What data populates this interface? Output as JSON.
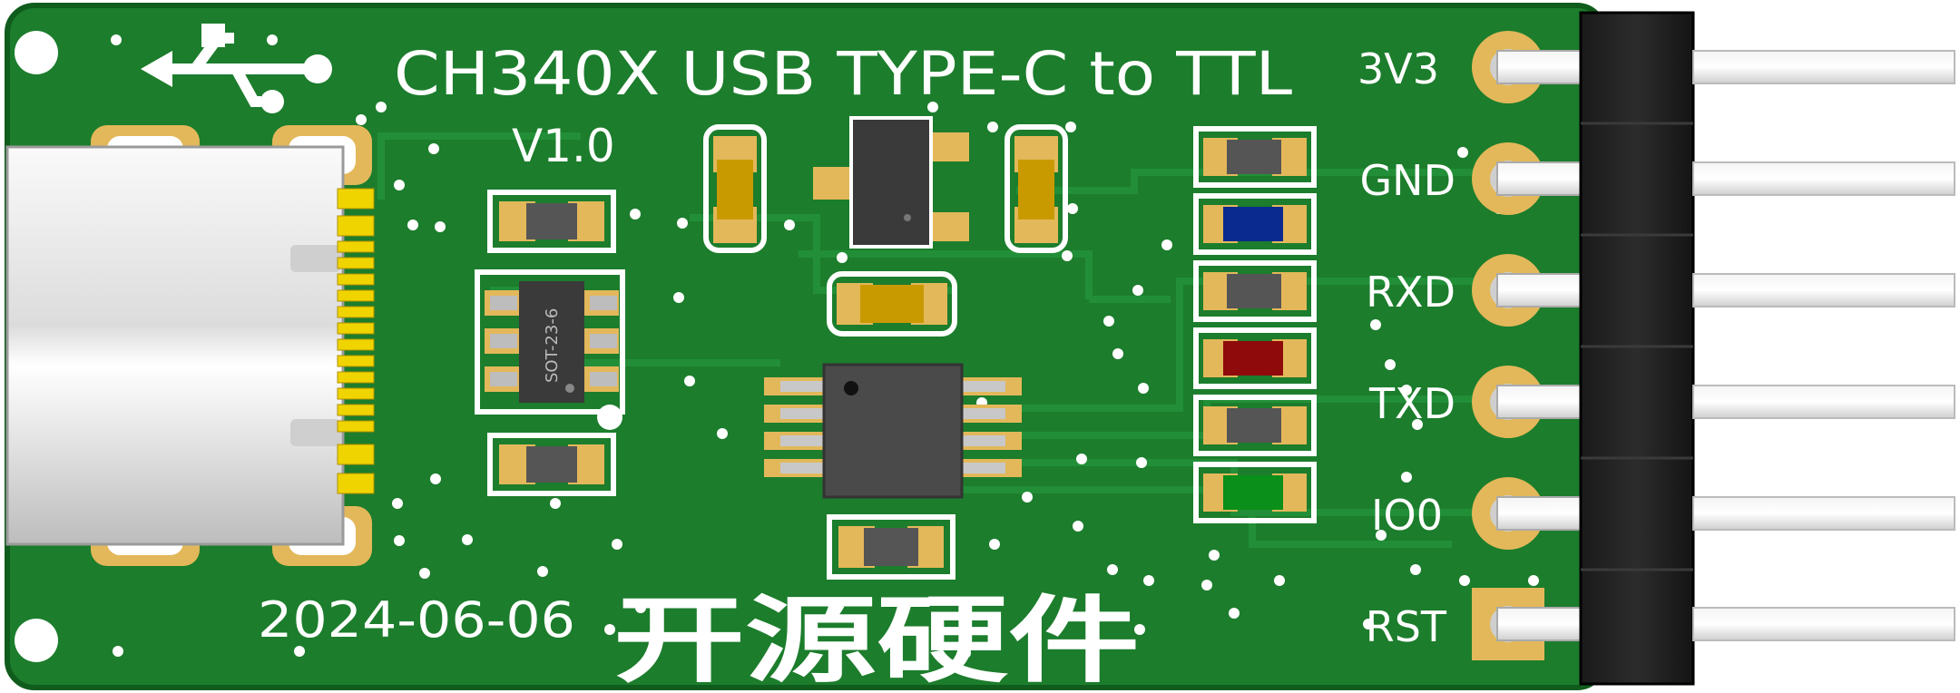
{
  "board": {
    "title": "CH340X USB TYPE-C to TTL",
    "version": "V1.0",
    "date": "2024-06-06",
    "slogan": "开源硬件",
    "ic_marking": "SOT-23-6",
    "usb_symbol": "usb-trident-icon"
  },
  "pins": [
    {
      "label": "3V3"
    },
    {
      "label": "GND"
    },
    {
      "label": "RXD"
    },
    {
      "label": "TXD"
    },
    {
      "label": "IO0"
    },
    {
      "label": "RST"
    }
  ],
  "colors": {
    "pcb": "#1c7d2c",
    "pcb_edge": "#0f5c1c",
    "silk": "#ffffff",
    "gold": "#e3b85a",
    "led_blue": "#0a2a8f",
    "led_red": "#8f0a0a",
    "led_green": "#0a8f1a",
    "ic": "#3a3a3a"
  }
}
